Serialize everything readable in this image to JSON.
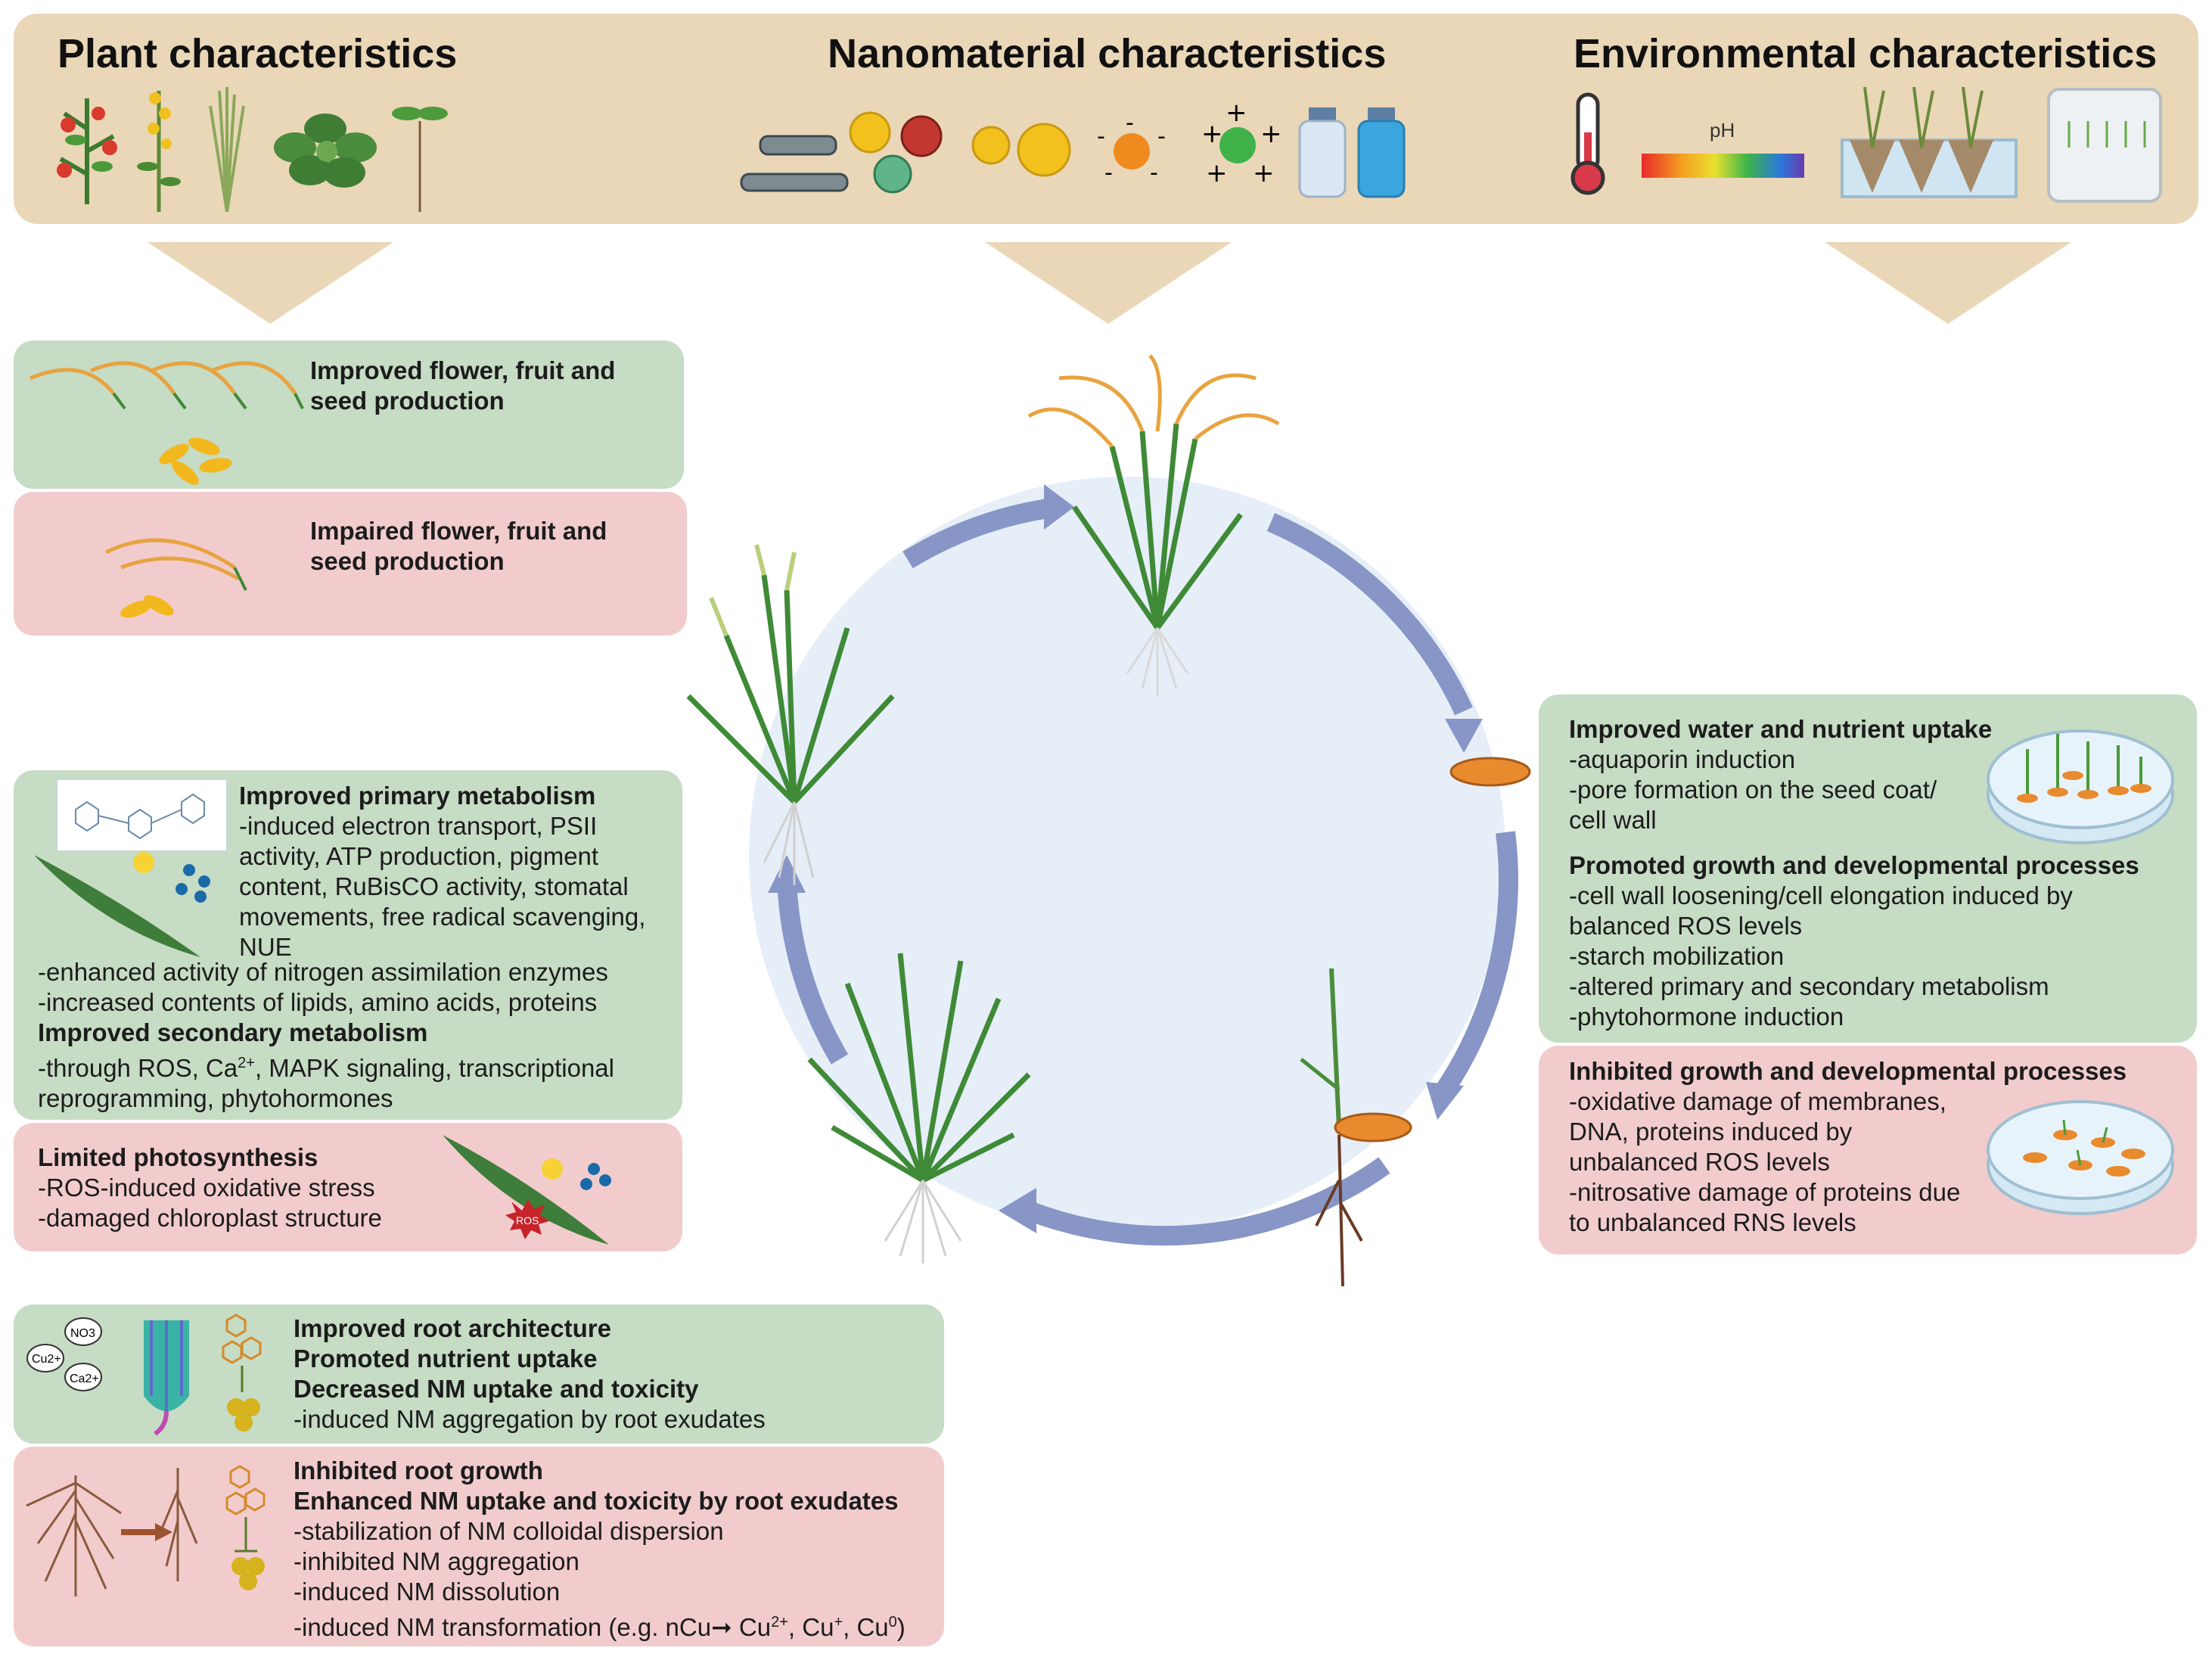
{
  "header": {
    "plant_title": "Plant characteristics",
    "nano_title": "Nanomaterial characteristics",
    "env_title": "Environmental characteristics",
    "ph_label": "pH"
  },
  "flower_improved": {
    "title": "Improved flower, fruit and seed production"
  },
  "flower_impaired": {
    "title": "Impaired flower, fruit and seed production"
  },
  "metabolism": {
    "title1": "Improved primary metabolism",
    "lines1": [
      "-induced electron transport, PSII",
      "activity, ATP production, pigment",
      "content, RuBisCO activity, stomatal",
      "movements, free radical scavenging,",
      "NUE"
    ],
    "lines1b": [
      "-enhanced activity of nitrogen assimilation enzymes",
      "-increased contents of lipids, amino acids, proteins"
    ],
    "title2": "Improved secondary metabolism",
    "lines2a": "-through ROS, Ca",
    "lines2a_sup": "2+",
    "lines2a_rest": ", MAPK signaling, transcriptional",
    "lines2b": "reprogramming, phytohormones"
  },
  "photosynthesis": {
    "title": "Limited photosynthesis",
    "lines": [
      "-ROS-induced oxidative stress",
      "-damaged chloroplast structure"
    ],
    "ros_label": "ROS"
  },
  "root_improved": {
    "titles": [
      "Improved root architecture",
      "Promoted nutrient uptake",
      "Decreased NM uptake and toxicity"
    ],
    "lines": [
      "-induced NM aggregation by root exudates"
    ],
    "ions": [
      "NO3",
      "Cu2+",
      "Ca2+"
    ]
  },
  "root_inhibited": {
    "titles": [
      "Inhibited root growth",
      "Enhanced NM uptake and toxicity by root exudates"
    ],
    "lines": [
      "-stabilization of NM colloidal dispersion",
      "-inhibited NM aggregation",
      "-induced NM dissolution"
    ],
    "last_prefix": "-induced NM transformation (e.g. nCu",
    "last_arrow": "➞",
    "last_a": " Cu",
    "last_a_sup": "2+",
    "last_b": ", Cu",
    "last_b_sup": "+",
    "last_c": ", Cu",
    "last_c_sup": "0",
    "last_end": ")"
  },
  "water": {
    "title": "Improved water and nutrient uptake",
    "lines": [
      "-aquaporin induction",
      "-pore formation on the seed coat/",
      "cell wall"
    ],
    "title2": "Promoted growth and developmental processes",
    "lines2": [
      "-cell wall loosening/cell elongation induced by",
      "balanced ROS levels",
      "-starch mobilization",
      "-altered primary and secondary metabolism",
      "-phytohormone induction"
    ]
  },
  "inhibited_growth": {
    "title": "Inhibited growth and developmental processes",
    "lines": [
      "-oxidative damage of membranes,",
      "DNA, proteins induced by",
      "unbalanced ROS levels",
      "-nitrosative damage of proteins due",
      "to unbalanced RNS levels"
    ]
  },
  "colors": {
    "beige": "#ead7b7",
    "green_panel": "#c6dcc4",
    "red_panel": "#f2cccd",
    "circle": "#e6eef8",
    "arrow": "#8796c6"
  }
}
